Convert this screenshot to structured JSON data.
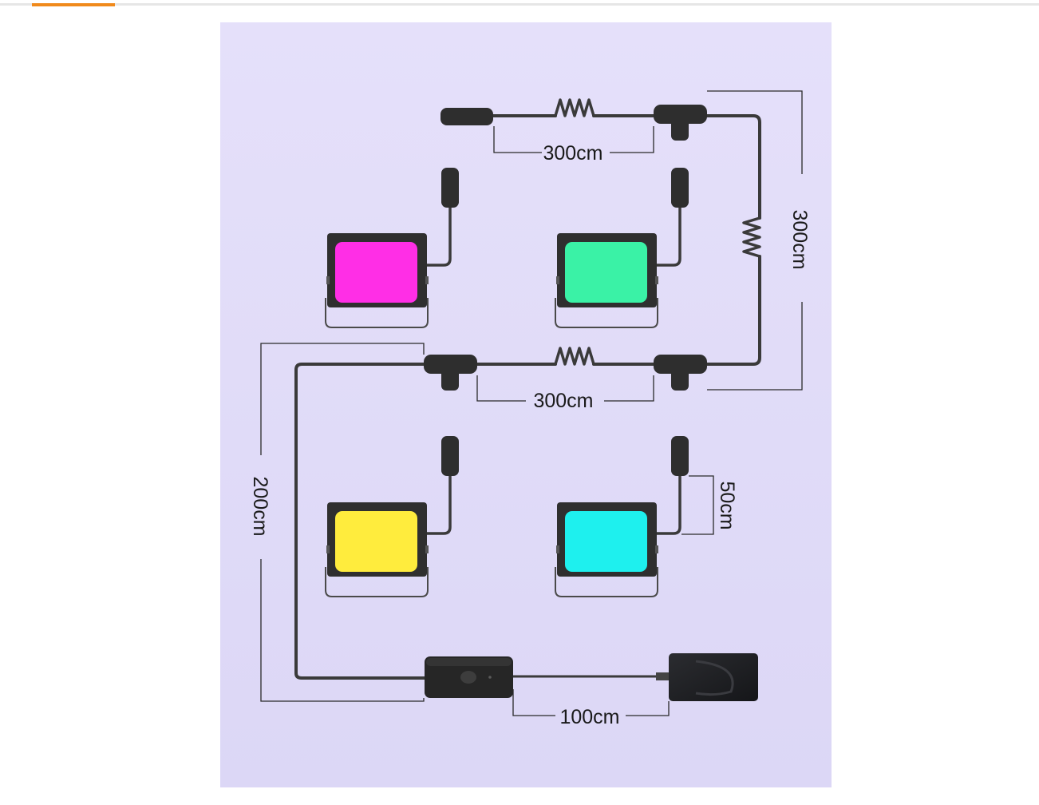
{
  "progress": {
    "active_fraction": 0.08
  },
  "colors": {
    "background": "#e2ddf8",
    "cable": "#3a3a3a",
    "connector": "#2e2e2e",
    "dimension_line": "#2a2a2a",
    "light_1": "#ff2ee6",
    "light_2": "#3af2a6",
    "light_3": "#ffec3d",
    "light_4": "#1ef0ee"
  },
  "icons": {
    "flood_light": "flood-light-icon",
    "t_connector": "t-connector-icon",
    "end_cap": "end-cap-icon",
    "plug": "plug-icon",
    "controller": "controller-box-icon",
    "power_adapter": "power-adapter-icon",
    "coil": "cable-coil-icon"
  },
  "dimensions": {
    "top_horizontal": "300cm",
    "right_vertical": "300cm",
    "middle_horizontal": "300cm",
    "left_vertical": "200cm",
    "light_lead": "50cm",
    "bottom_horizontal": "100cm"
  }
}
